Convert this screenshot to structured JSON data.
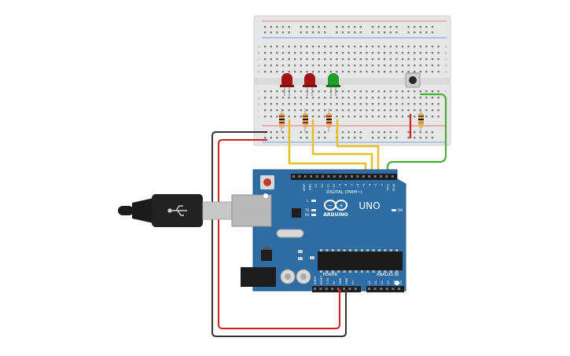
{
  "board": {
    "brand": "ARDUINO",
    "model": "UNO",
    "digital_label": "DIGITAL (PWM~)",
    "power_label": "POWER",
    "analog_label": "ANALOG IN",
    "on_label": "ON",
    "l_label": "L",
    "tx_label": "TX",
    "rx_label": "RX",
    "top_pins": [
      "AREF",
      "GND",
      "13",
      "12",
      "~11",
      "~10",
      "~9",
      "8",
      "7",
      "~6",
      "~5",
      "4",
      "~3",
      "2",
      "TX▸1",
      "RX◂0"
    ],
    "power_pins": [
      "IOREF",
      "RESET",
      "3.3V",
      "5V",
      "GND",
      "GND",
      "Vin"
    ],
    "analog_pins": [
      "A0",
      "A1",
      "A2",
      "A3",
      "A4",
      "A5"
    ]
  },
  "breadboard": {
    "row_letters": [
      "a",
      "b",
      "c",
      "d",
      "e",
      "f",
      "g",
      "h",
      "i",
      "j"
    ]
  },
  "components": {
    "leds": [
      {
        "name": "led-red-1",
        "color": "#a31515"
      },
      {
        "name": "led-red-2",
        "color": "#a31515"
      },
      {
        "name": "led-green",
        "color": "#1f9e2a"
      }
    ]
  },
  "colors": {
    "board_blue": "#2d6da3",
    "wire_yellow": "#e6c02a",
    "wire_green": "#4caf3a",
    "wire_red": "#d32020",
    "wire_black": "#333333",
    "breadboard": "#e7e7e7"
  }
}
